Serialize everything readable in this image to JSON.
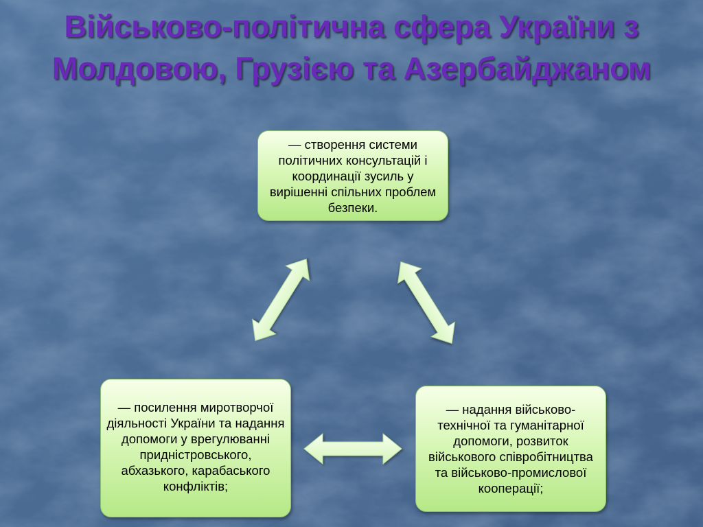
{
  "slide": {
    "title": "Військово-політична сфера України з Молдовою, Грузією та Азербайджаном",
    "colors": {
      "background": "#4a6a90",
      "title": "#6a2ab8",
      "box_fill": "#d9f7b8",
      "arrow_fill": "#e6fbd2"
    }
  },
  "diagram": {
    "nodes": [
      {
        "id": "top",
        "text": "— створення системи політичних консультацій і координації зусиль у вирішенні спільних проблем безпеки."
      },
      {
        "id": "left",
        "text": "— посилення миротворчої діяльності України та надання допомоги у врегулюванні придністровського, абхазького, карабаського конфліктів;"
      },
      {
        "id": "right",
        "text": "— надання військово-технічної та гуманітарної допомоги, розвиток військового співробітництва та військово-промислової кооперації;"
      }
    ],
    "edges": [
      {
        "from": "left",
        "to": "top",
        "icon": "double-arrow-icon"
      },
      {
        "from": "top",
        "to": "right",
        "icon": "double-arrow-icon"
      },
      {
        "from": "left",
        "to": "right",
        "icon": "double-arrow-icon"
      }
    ]
  }
}
